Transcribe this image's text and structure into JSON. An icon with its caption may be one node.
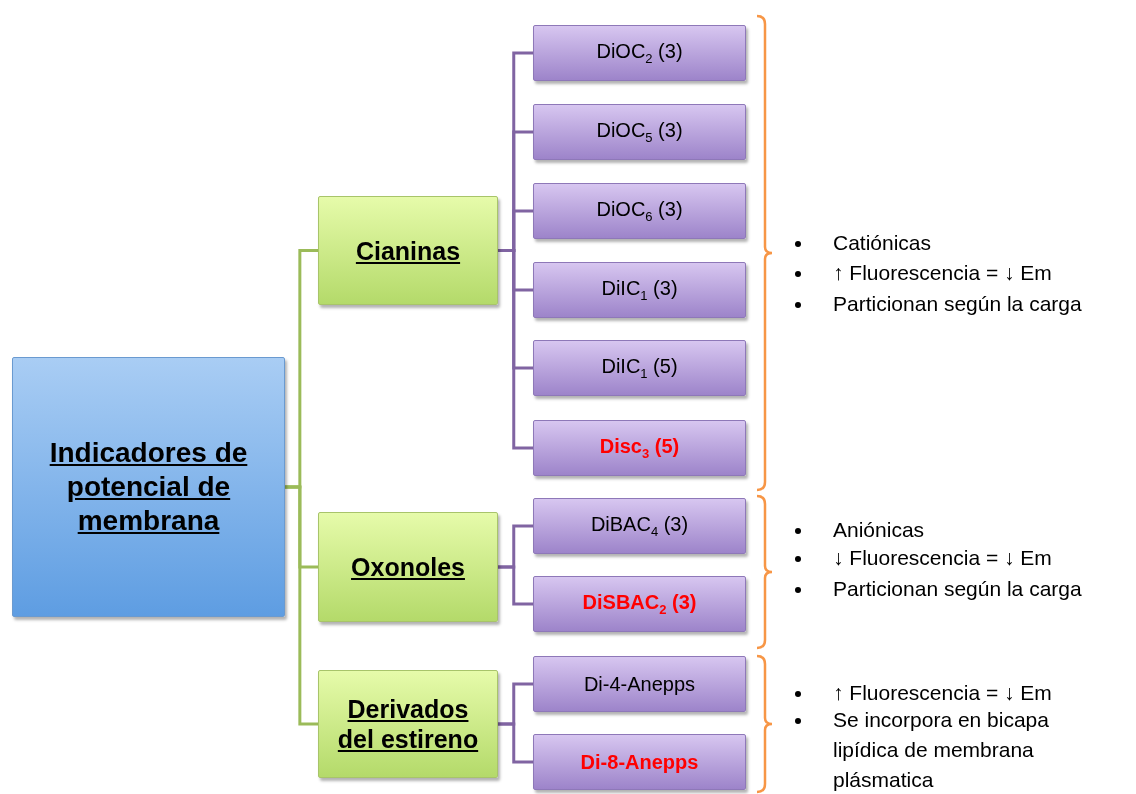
{
  "diagram": {
    "nodes": [
      {
        "text": [
          "Indicadores de potencial de membrana"
        ]
      },
      {
        "text": [
          "Cianinas"
        ]
      },
      {
        "text": [
          "Oxonoles"
        ]
      },
      {
        "text": [
          "Derivados del estireno"
        ]
      },
      {
        "text": [
          "DiOC$_{2}$ (3)"
        ]
      },
      {
        "text": [
          "DiOC$_{5}$ (3)"
        ]
      },
      {
        "text": [
          "DiOC$_{6}$ (3)"
        ]
      },
      {
        "text": [
          "DiIC$_{1}$ (3)"
        ]
      },
      {
        "text": [
          "DiIC$_{1}$ (5)"
        ]
      },
      {
        "text": [
          "Disc$_{3}$ (5)"
        ]
      },
      {
        "text": [
          "DiBAC$_{4}$ (3)"
        ]
      },
      {
        "text": [
          "DiSBAC$_{2}$ (3)"
        ]
      },
      {
        "text": [
          "Di-4-Anepps"
        ]
      },
      {
        "text": [
          "Di-8-Anepps"
        ]
      }
    ],
    "edges": [
      {
        "from": 0,
        "to": 1,
        "arrow": "none",
        "color": "#9bbb59"
      },
      {
        "from": 0,
        "to": 2,
        "arrow": "none",
        "color": "#9bbb59"
      },
      {
        "from": 0,
        "to": 3,
        "arrow": "none",
        "color": "#9bbb59"
      },
      {
        "from": 1,
        "to": 4,
        "arrow": "none"
      },
      {
        "from": 1,
        "to": 5,
        "arrow": "none"
      },
      {
        "from": 1,
        "to": 6,
        "arrow": "none"
      },
      {
        "from": 1,
        "to": 7,
        "arrow": "none"
      },
      {
        "from": 1,
        "to": 8,
        "arrow": "none"
      },
      {
        "from": 1,
        "to": 9,
        "arrow": "none"
      },
      {
        "from": 2,
        "to": 10,
        "arrow": "none"
      },
      {
        "from": 2,
        "to": 11,
        "arrow": "none"
      },
      {
        "from": 3,
        "to": 12,
        "arrow": "none"
      },
      {
        "from": 3,
        "to": 13,
        "arrow": "none"
      }
    ],
    "labels": [
      "Catiónicas",
      "↑ Fluorescencia = ↓ Em",
      "Particionan según la carga",
      "Aniónicas",
      "↓ Fluorescencia = ↓ Em",
      "Particionan según la carga",
      "↑ Fluorescencia = ↓ Em",
      "Se incorpora en bicapa lipídica de membrana plásmatica"
    ]
  }
}
